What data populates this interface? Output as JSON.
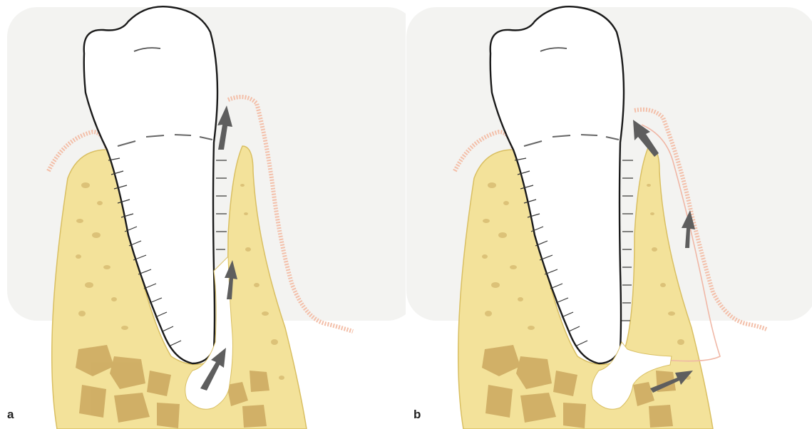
{
  "figure": {
    "panels": [
      {
        "id": "a",
        "label": "a"
      },
      {
        "id": "b",
        "label": "b"
      }
    ]
  },
  "colors": {
    "background_panel": "#f3f3f1",
    "bone": "#f3e29a",
    "bone_edge": "#d9bf62",
    "bone_pores": "#dcc278",
    "marrow_cells": "#caa75e",
    "gingiva": "#f3bfa9",
    "tooth_outline": "#1a1a1a",
    "arrow": "#5e5e5e",
    "ligament_lines": "#333333"
  },
  "icons": {
    "arrow": "growth-direction-arrow-icon"
  }
}
